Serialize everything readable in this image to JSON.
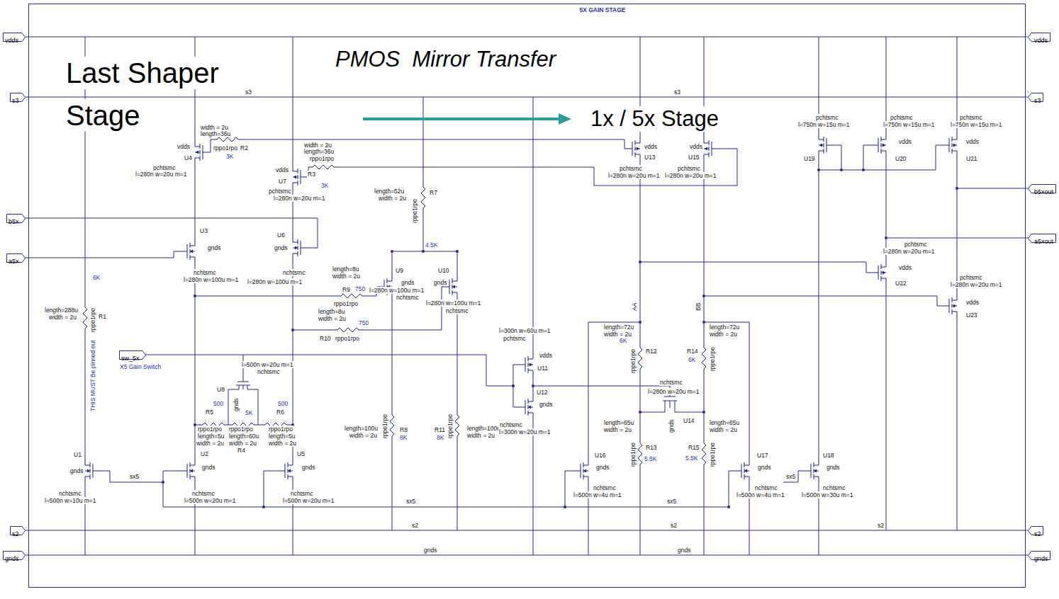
{
  "diagram": {
    "nodes": [
      {
        "text": [
          "5X GAIN STAGE"
        ]
      },
      {
        "text": [
          "vdds"
        ]
      },
      {
        "text": [
          "s3"
        ]
      },
      {
        "text": [
          "b5x"
        ]
      },
      {
        "text": [
          "a5x"
        ]
      },
      {
        "text": [
          "s2"
        ]
      },
      {
        "text": [
          "gnds"
        ]
      },
      {
        "text": [
          "sw_5x"
        ],
        "in": 0
      },
      {
        "text": [
          "vdds"
        ]
      },
      {
        "text": [
          "s3"
        ]
      },
      {
        "text": [
          "b5xout"
        ]
      },
      {
        "text": [
          "a5xout"
        ]
      },
      {
        "text": [
          "s2"
        ]
      },
      {
        "text": [
          "gnds"
        ]
      }
    ],
    "edges": [
      {
        "from": 1,
        "to": 8,
        "arrow": "none"
      },
      {
        "from": 2,
        "to": 9,
        "arrow": "none"
      },
      {
        "from": 5,
        "to": 12,
        "arrow": "none"
      },
      {
        "from": 6,
        "to": 13,
        "arrow": "none"
      }
    ],
    "labels": [
      "Last Shaper",
      "Stage",
      "PMOS  Mirror Transfer",
      "1x / 5x Stage",
      "s3",
      "s3",
      "width = 2u",
      "length=36u",
      "rppo1rpo",
      "R2",
      "3K",
      "vdds",
      "U4",
      "pchtsmc",
      "l=280n w=20u m=1",
      "width = 2u",
      "length=36u",
      "rppo1rpo",
      "R3",
      "3K",
      "vdds",
      "U7",
      "pchtsmc",
      "l=280n w=20u m=1",
      "length=52u",
      "width = 2u",
      "rppo1rpo",
      "R7",
      "4.5K",
      "U3",
      "gnds",
      "nchtsmc",
      "l=280n w=100u m=1",
      "gnds",
      "nchtsmc",
      "l=280n w=100u m=1",
      "U6",
      "length=8u",
      "width = 2u",
      "R9",
      "750",
      "rppo1rpo",
      "length=8u",
      "width = 2u",
      "750",
      "R10",
      "rppo1rpo",
      "U9",
      "gnds",
      "nchtsmc",
      "l=280n w=100u m=1",
      "U10",
      "gnds",
      "l=280n w=100u m=1",
      "nchtsmc",
      "6K",
      "length=288u",
      "width = 2u",
      "rppo1rpo",
      "R1",
      "THIS MUST Be pinned out",
      "X5 Gain Switch",
      "l=500n w=20u m=1",
      "nchtsmc",
      "U8",
      "gnds",
      "500",
      "R5",
      "rppo1rpo",
      "length=5u",
      "width = 2u",
      "5K",
      "rppo1rpo",
      "length=60u",
      "width = 2u",
      "R4",
      "500",
      "R6",
      "rppo1rpo",
      "length=5u",
      "width = 2u",
      "U1",
      "gnds",
      "nchtsmc",
      "l=500n w=10u m=1",
      "sx5",
      "U2",
      "gnds",
      "nchtsmc",
      "l=500n w=20u m=1",
      "U5",
      "gnds",
      "nchtsmc",
      "l=500n w=20u m=1",
      "length=100u",
      "width = 2u",
      "rppo1rpo",
      "R8",
      "8K",
      "R11",
      "8K",
      "rppo1rpo",
      "length=100u",
      "width = 2u",
      "l=300n w=60u m=1",
      "pchtsmc",
      "vdds",
      "U11",
      "U12",
      "gnds",
      "nchtsmc",
      "l=300n w=20u m=1",
      "sx5",
      "vdds",
      "U13",
      "pchtsmc",
      "l=280n w=20u m=1",
      "vdds",
      "U15",
      "pchtsmc",
      "l=280n w=20u m=1",
      "pchtsmc",
      "l=750n w=15u m=1",
      "U19",
      "pchtsmc",
      "l=750n w=15u m=1",
      "vdds",
      "U20",
      "pchtsmc",
      "l=750n w=15u m=1",
      "vdds",
      "U21",
      "pchtsmc",
      "l=280n w=20u m=1",
      "vdds",
      "U22",
      "pchtsmc",
      "l=280n w=20u m=1",
      "vdds",
      "U23",
      "AA",
      "BB",
      "length=72u",
      "width = 2u",
      "6K",
      "R12",
      "rppo1rpo",
      "length=72u",
      "width = 2u",
      "R14",
      "6K",
      "rppo1rpo",
      "nchtsmc",
      "l=280n w=20u m=1",
      "gnds",
      "U14",
      "length=65u",
      "width = 2u",
      "R13",
      "5.5K",
      "rppo1rpo",
      "length=65u",
      "width = 2u",
      "R15",
      "5.5K",
      "rppo1rpo",
      "U16",
      "gnds",
      "nchtsmc",
      "l=500n w=4u m=1",
      "sx5",
      "U17",
      "gnds",
      "nchtsmc",
      "l=500n w=4u m=1",
      "sx5",
      "U18",
      "gnds",
      "nchtsmc",
      "l=500n w=30u m=1",
      "s2",
      "s2",
      "s2",
      "gnds",
      "gnds"
    ]
  }
}
